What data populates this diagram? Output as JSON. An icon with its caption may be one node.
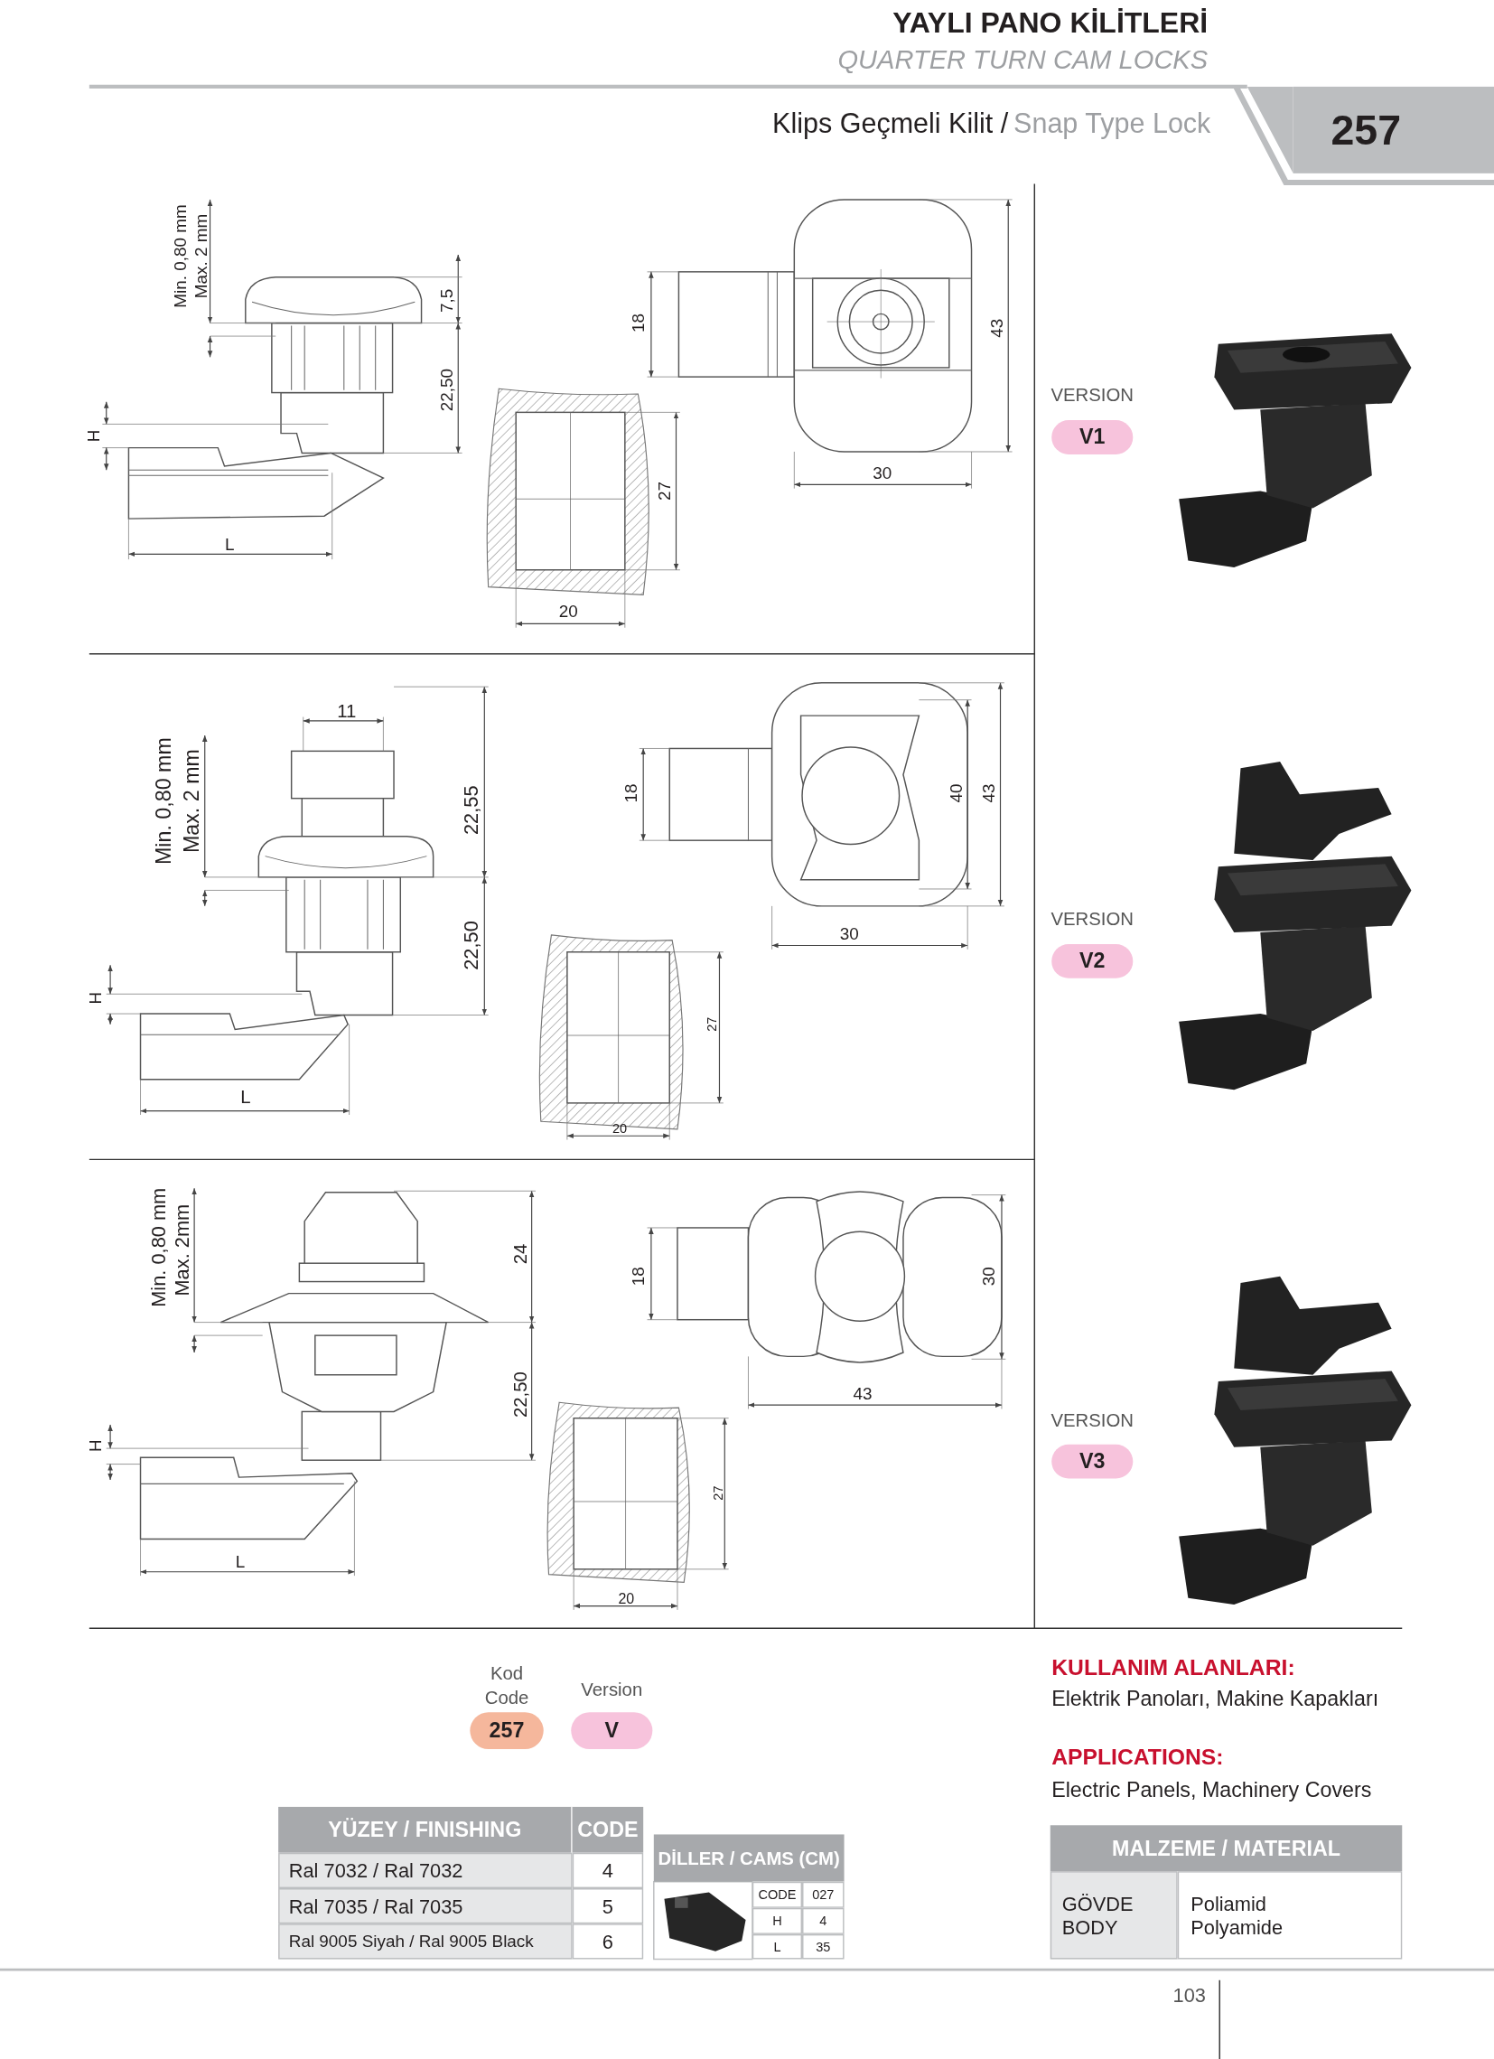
{
  "diagram": {
    "title": "YAYLI PANO KİLİTLERİ",
    "nodes": [
      {
        "text": [
          "257"
        ]
      },
      {
        "text": [
          "V1"
        ],
        "beside": [
          "VERSION"
        ]
      },
      {
        "text": [
          "V2"
        ],
        "beside": [
          "VERSION"
        ]
      },
      {
        "text": [
          "V3"
        ],
        "beside": [
          "VERSION"
        ]
      },
      {
        "text": [
          "257"
        ],
        "beside": [
          "Kod",
          "Code"
        ]
      },
      {
        "text": [
          "V"
        ],
        "beside": [
          "Version"
        ]
      }
    ],
    "labels": [
      "QUARTER TURN CAM LOCKS",
      "Klips Geçmeli Kilit /",
      "Snap Type Lock",
      "Min. 0,80 mm",
      "Max. 2 mm",
      "7,5",
      "22,50",
      "H",
      "L",
      "18",
      "43",
      "30",
      "27",
      "20",
      "11",
      "Min. 0,80 mm",
      "Max. 2 mm",
      "22,55",
      "22,50",
      "H",
      "L",
      "18",
      "40",
      "43",
      "30",
      "27",
      "20",
      "Min. 0,80 mm",
      "Max. 2mm",
      "24",
      "22,50",
      "H",
      "L",
      "18",
      "30",
      "43",
      "27",
      "20",
      "YÜZEY / FINISHING",
      "CODE",
      "Ral 7032 / Ral 7032",
      "4",
      "Ral 7035 / Ral 7035",
      "5",
      "Ral 9005 Siyah / Ral 9005 Black",
      "6",
      "DİLLER / CAMS (CM)",
      "CODE",
      "027",
      "H",
      "4",
      "L",
      "35",
      "KULLANIM ALANLARI:",
      "Elektrik Panoları, Makine Kapakları",
      "APPLICATIONS:",
      "Electric Panels, Machinery Covers",
      "MALZEME / MATERIAL",
      "GÖVDE BODY",
      "Poliamid Polyamide",
      "103"
    ]
  }
}
